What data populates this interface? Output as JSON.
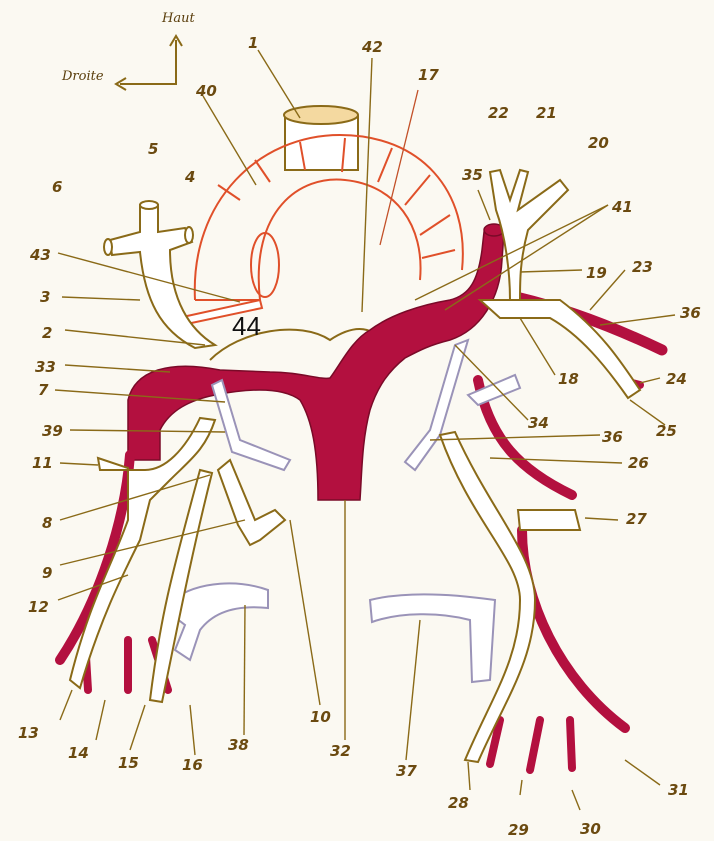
{
  "orientation": {
    "up_label": "Haut",
    "right_label": "Droite"
  },
  "labels": {
    "l1": "1",
    "l2": "2",
    "l3": "3",
    "l4": "4",
    "l5": "5",
    "l6": "6",
    "l7": "7",
    "l8": "8",
    "l9": "9",
    "l10": "10",
    "l11": "11",
    "l12": "12",
    "l13": "13",
    "l14": "14",
    "l15": "15",
    "l16": "16",
    "l17": "17",
    "l18": "18",
    "l19": "19",
    "l20": "20",
    "l21": "21",
    "l22": "22",
    "l23": "23",
    "l24": "24",
    "l25": "25",
    "l26": "26",
    "l27": "27",
    "l28": "28",
    "l29": "29",
    "l30": "30",
    "l31": "31",
    "l32": "32",
    "l33": "33",
    "l34": "34",
    "l35": "35",
    "l36a": "36",
    "l36b": "36",
    "l37": "37",
    "l38": "38",
    "l39": "39",
    "l40": "40",
    "l41": "41",
    "l42": "42",
    "l43": "43",
    "l44": "44"
  },
  "colors": {
    "pulmonary_artery": "#b3103f",
    "veins": "#8a6a18",
    "aorta_outline": "#e0502a",
    "lymphatic_lavender": "#9a93b8",
    "background": "#fbf9f2"
  }
}
